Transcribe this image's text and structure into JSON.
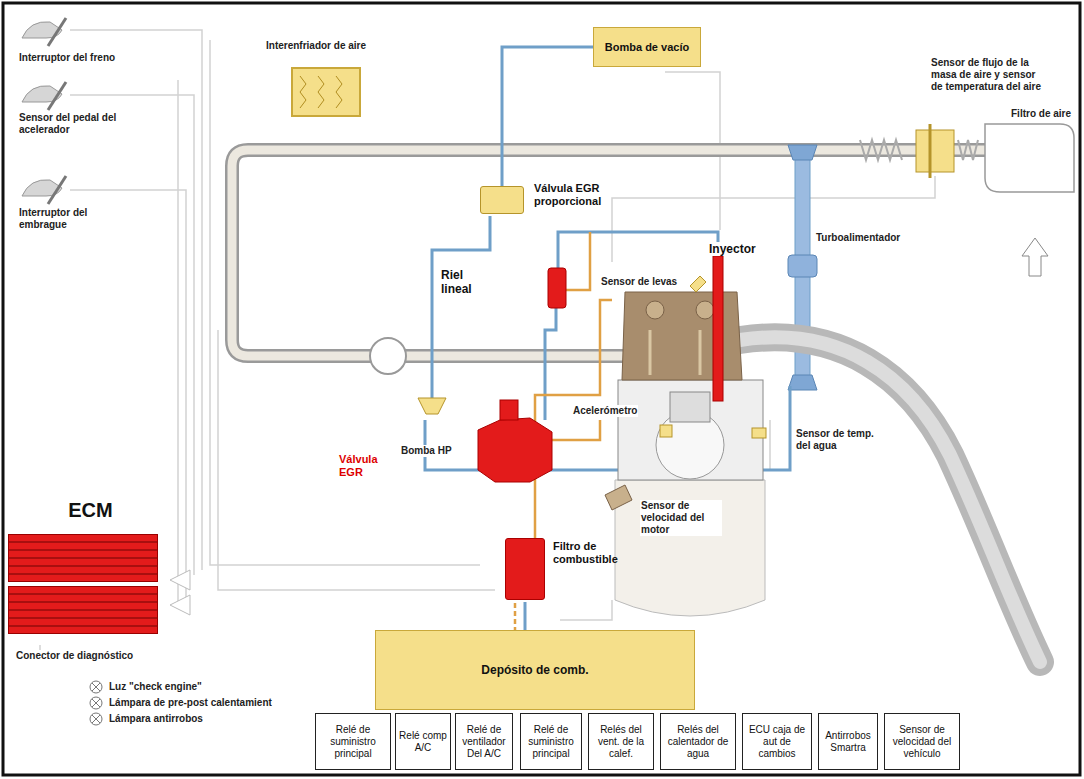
{
  "diagram": {
    "nodes": [
      {
        "text": [
          "Bomba de vacío"
        ]
      },
      {
        "text": [
          "Válvula EGR proporcional"
        ]
      },
      {
        "text": [
          "ECM"
        ]
      },
      {
        "text": [
          "Filtro de combustible"
        ]
      },
      {
        "text": [
          "Depósito de comb."
        ]
      },
      {
        "text": [
          "Relé de suministro principal"
        ]
      },
      {
        "text": [
          "Relé comp A/C"
        ]
      },
      {
        "text": [
          "Relé de ventilador Del A/C"
        ]
      },
      {
        "text": [
          "Relé de suministro principal"
        ]
      },
      {
        "text": [
          "Relés del vent. de la calef."
        ]
      },
      {
        "text": [
          "Relés del calentador de agua"
        ]
      },
      {
        "text": [
          "ECU caja de aut de cambios"
        ]
      },
      {
        "text": [
          "Antirrobos Smartra"
        ]
      },
      {
        "text": [
          "Sensor de velocidad del vehículo"
        ]
      }
    ],
    "edges": [
      {
        "from": 0,
        "to": 1,
        "arrow": "none"
      },
      {
        "from": 4,
        "to": 3,
        "arrow": "none"
      }
    ],
    "labels": [
      "Interruptor del freno",
      "Sensor del pedal del acelerador",
      "Interruptor del embrague",
      "Interenfriador de aire",
      "Sensor de flujo de la masa de aire y sensor de temperatura del aire",
      "Filtro de aire",
      "Riel lineal",
      "Inyector",
      "Sensor de levas",
      "Turboalimentador",
      "Acelerómetro",
      "Bomba HP",
      "Válvula EGR",
      "Sensor de temp. del agua",
      "Sensor de velocidad del motor",
      "Conector de diagnóstico",
      "Luz \"check engine\"",
      "Lámpara de pre-post calentamient",
      "Lámpara antirrobos"
    ]
  }
}
